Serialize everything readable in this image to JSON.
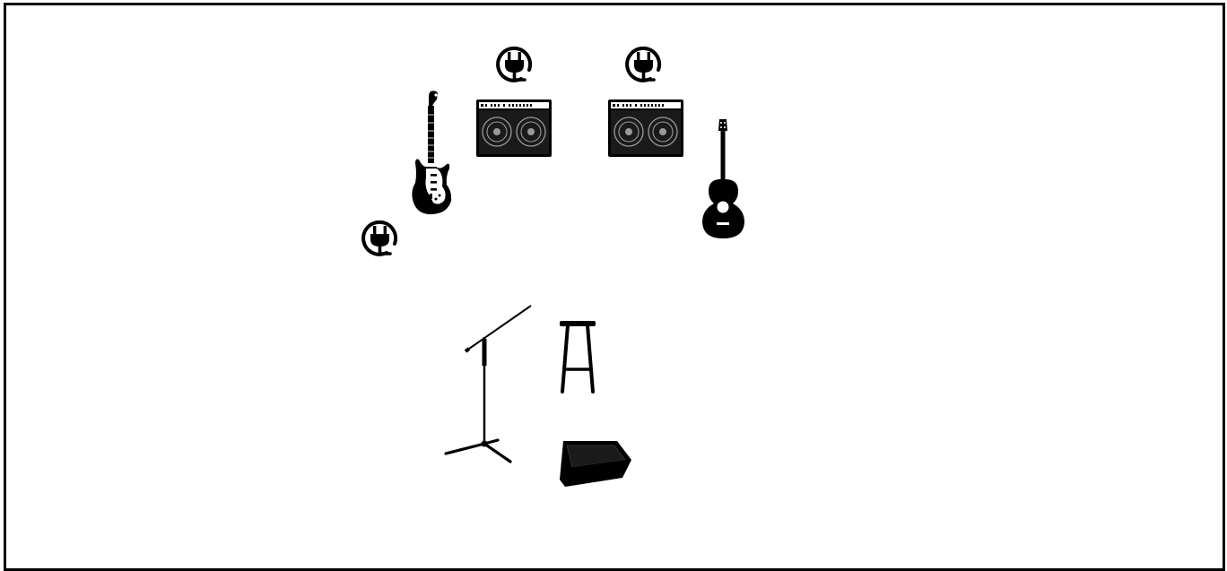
{
  "stage_plot": {
    "items": [
      {
        "name": "power-outlet-icon",
        "kind": "power-outlet"
      },
      {
        "name": "power-outlet-icon",
        "kind": "power-outlet"
      },
      {
        "name": "power-outlet-icon",
        "kind": "power-outlet"
      },
      {
        "name": "electric-guitar-icon",
        "kind": "electric-guitar"
      },
      {
        "name": "guitar-amp-icon",
        "kind": "guitar-amplifier"
      },
      {
        "name": "guitar-amp-icon",
        "kind": "guitar-amplifier"
      },
      {
        "name": "acoustic-guitar-icon",
        "kind": "acoustic-guitar"
      },
      {
        "name": "mic-stand-icon",
        "kind": "boom-mic-stand"
      },
      {
        "name": "stool-icon",
        "kind": "stool"
      },
      {
        "name": "floor-monitor-icon",
        "kind": "floor-wedge-monitor"
      }
    ],
    "colors": {
      "ink": "#000000",
      "background": "#ffffff",
      "amp_face": "#1a1a1a",
      "amp_cone": "#9a9a9a"
    }
  }
}
